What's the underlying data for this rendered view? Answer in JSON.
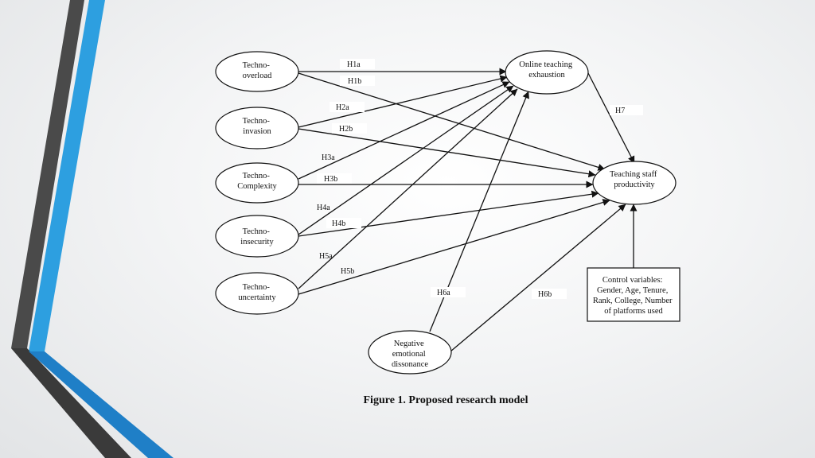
{
  "nodes": {
    "overload": [
      "Techno-",
      "overload"
    ],
    "invasion": [
      "Techno-",
      "invasion"
    ],
    "complexity": [
      "Techno-",
      "Complexity"
    ],
    "insecurity": [
      "Techno-",
      "insecurity"
    ],
    "uncertainty": [
      "Techno-",
      "uncertainty"
    ],
    "exhaustion": [
      "Online teaching",
      "exhaustion"
    ],
    "productivity": [
      "Teaching staff",
      "productivity"
    ],
    "dissonance": [
      "Negative",
      "emotional",
      "dissonance"
    ],
    "controls": [
      "Control variables:",
      "Gender, Age, Tenure,",
      "Rank, College, Number",
      "of platforms used"
    ]
  },
  "hypotheses": {
    "h1a": "H1a",
    "h1b": "H1b",
    "h2a": "H2a",
    "h2b": "H2b",
    "h3a": "H3a",
    "h3b": "H3b",
    "h4a": "H4a",
    "h4b": "H4b",
    "h5a": "H5a",
    "h5b": "H5b",
    "h6a": "H6a",
    "h6b": "H6b",
    "h7": "H7"
  },
  "caption": "Figure 1. Proposed research model"
}
